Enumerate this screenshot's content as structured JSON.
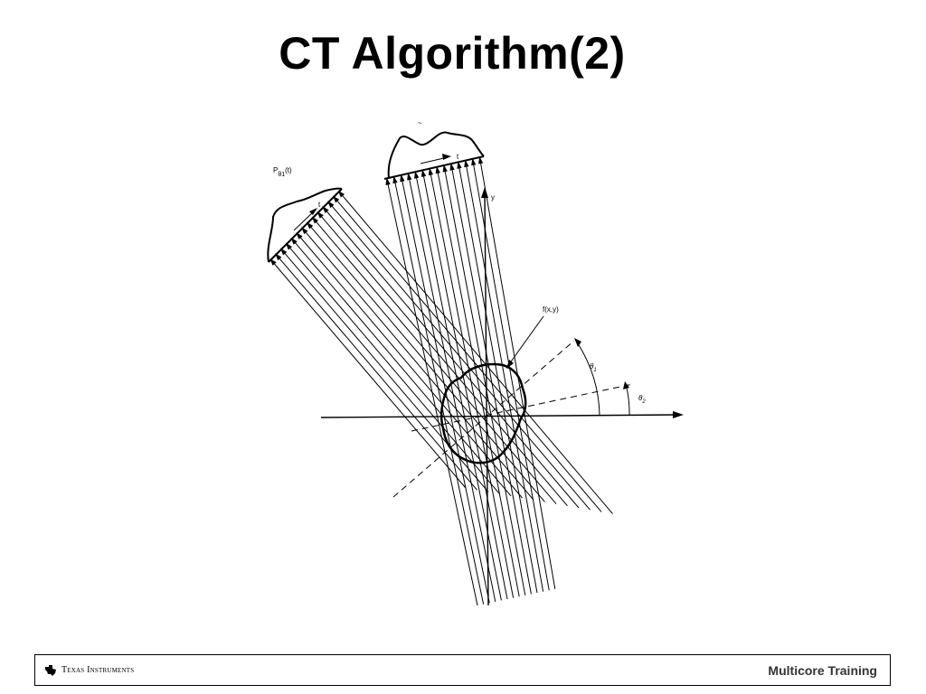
{
  "slide": {
    "title": "CT Algorithm(2)"
  },
  "diagram": {
    "projection_label": "P",
    "projection_sub": "θ1",
    "projection_arg": "(t)",
    "object_label": "f(x,y)",
    "axis_y_label": "y",
    "t_label_1": "t",
    "t_label_2": "t",
    "theta1_label": "θ",
    "theta1_sub": "1",
    "theta2_label": "θ",
    "theta2_sub": "2"
  },
  "footer": {
    "company": "Texas Instruments",
    "logo_icon": "texas-state-icon",
    "right_text": "Multicore Training"
  }
}
